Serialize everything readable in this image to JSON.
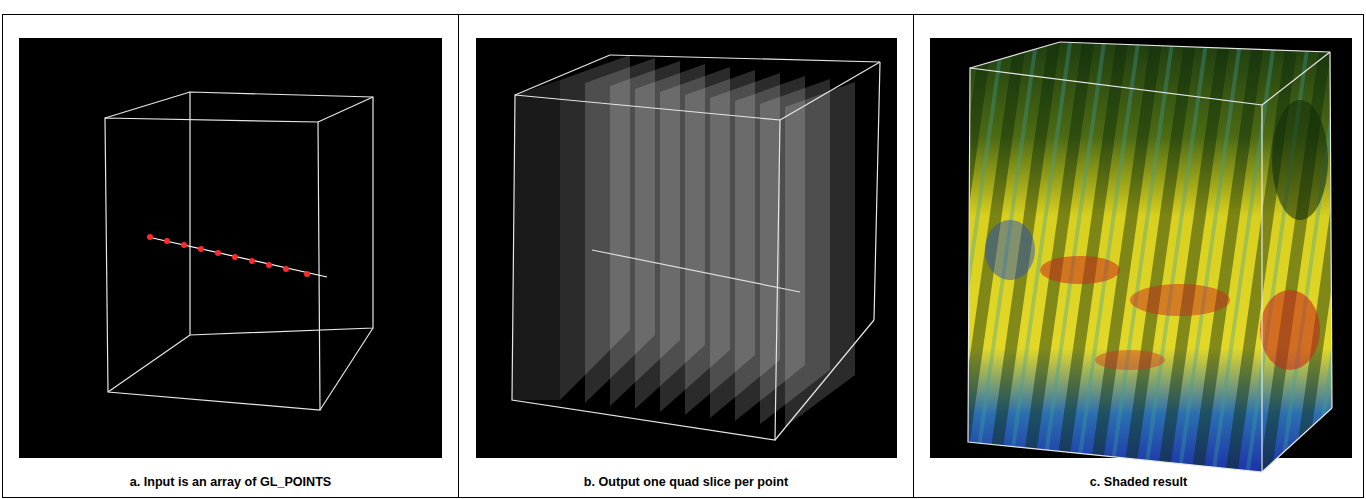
{
  "diagram": {
    "nodes": [
      {
        "text": [
          "a. Input is an array of GL_POINTS"
        ]
      },
      {
        "text": [
          "b. Output one quad slice per point"
        ]
      },
      {
        "text": [
          "c. Shaded result"
        ]
      }
    ]
  }
}
